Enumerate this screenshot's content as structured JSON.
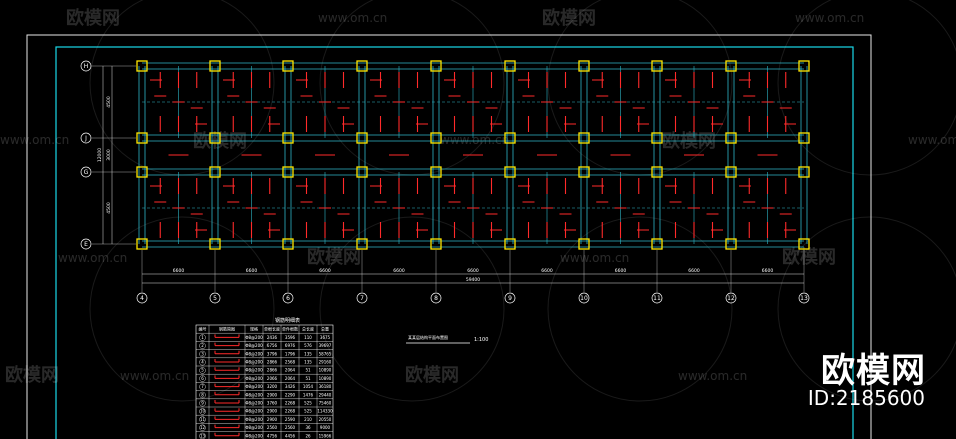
{
  "watermark": {
    "brand": "欧模网",
    "site": "www.om.cn"
  },
  "badge": {
    "brand": "欧模网",
    "id": "ID:2185600"
  },
  "grid": {
    "row_axes": [
      "H",
      "J",
      "G",
      "E"
    ],
    "col_axes": [
      "4",
      "5",
      "6",
      "7",
      "8",
      "9",
      "10",
      "11",
      "12",
      "13"
    ],
    "bay_dims": [
      "6600",
      "6600",
      "6600",
      "6600",
      "6600",
      "6600",
      "6600",
      "6600",
      "6600"
    ],
    "total_dim": "59400",
    "left_dims": [
      "4500",
      "3000",
      "4500"
    ],
    "left_total": "12000"
  },
  "plan_title": "某某层结构平面布置图",
  "plan_scale": "1:100",
  "table_title": "钢筋明细表",
  "table_headers": [
    "编号",
    "钢筋简图",
    "规格",
    "单根长度",
    "单件根数",
    "总长度",
    "总重"
  ],
  "table_rows": [
    [
      "1",
      "",
      "Φ8@200",
      "2436",
      "3596",
      "110",
      "3675"
    ],
    [
      "2",
      "",
      "Φ8@200",
      "6756",
      "6976",
      "576",
      "39697"
    ],
    [
      "3",
      "",
      "Φ8@200",
      "3796",
      "1796",
      "135",
      "58765"
    ],
    [
      "4",
      "",
      "Φ8@200",
      "2866",
      "2568",
      "135",
      "29160"
    ],
    [
      "5",
      "",
      "Φ8@200",
      "2866",
      "2064",
      "51",
      "10890"
    ],
    [
      "6",
      "",
      "Φ8@200",
      "2066",
      "2064",
      "51",
      "10890"
    ],
    [
      "7",
      "",
      "Φ8@200",
      "3200",
      "3426",
      "1054",
      "36180"
    ],
    [
      "8",
      "",
      "Φ8@200",
      "2900",
      "2290",
      "1476",
      "29440"
    ],
    [
      "9",
      "",
      "Φ8@200",
      "3760",
      "2268",
      "525",
      "75460"
    ],
    [
      "10",
      "",
      "Φ8@200",
      "2900",
      "2268",
      "525",
      "114330"
    ],
    [
      "11",
      "",
      "Φ8@200",
      "2900",
      "2590",
      "210",
      "20550"
    ],
    [
      "12",
      "",
      "Φ8@200",
      "2560",
      "2560",
      "36",
      "9000"
    ],
    [
      "13",
      "",
      "Φ8@200",
      "4756",
      "4456",
      "26",
      "15966"
    ]
  ]
}
